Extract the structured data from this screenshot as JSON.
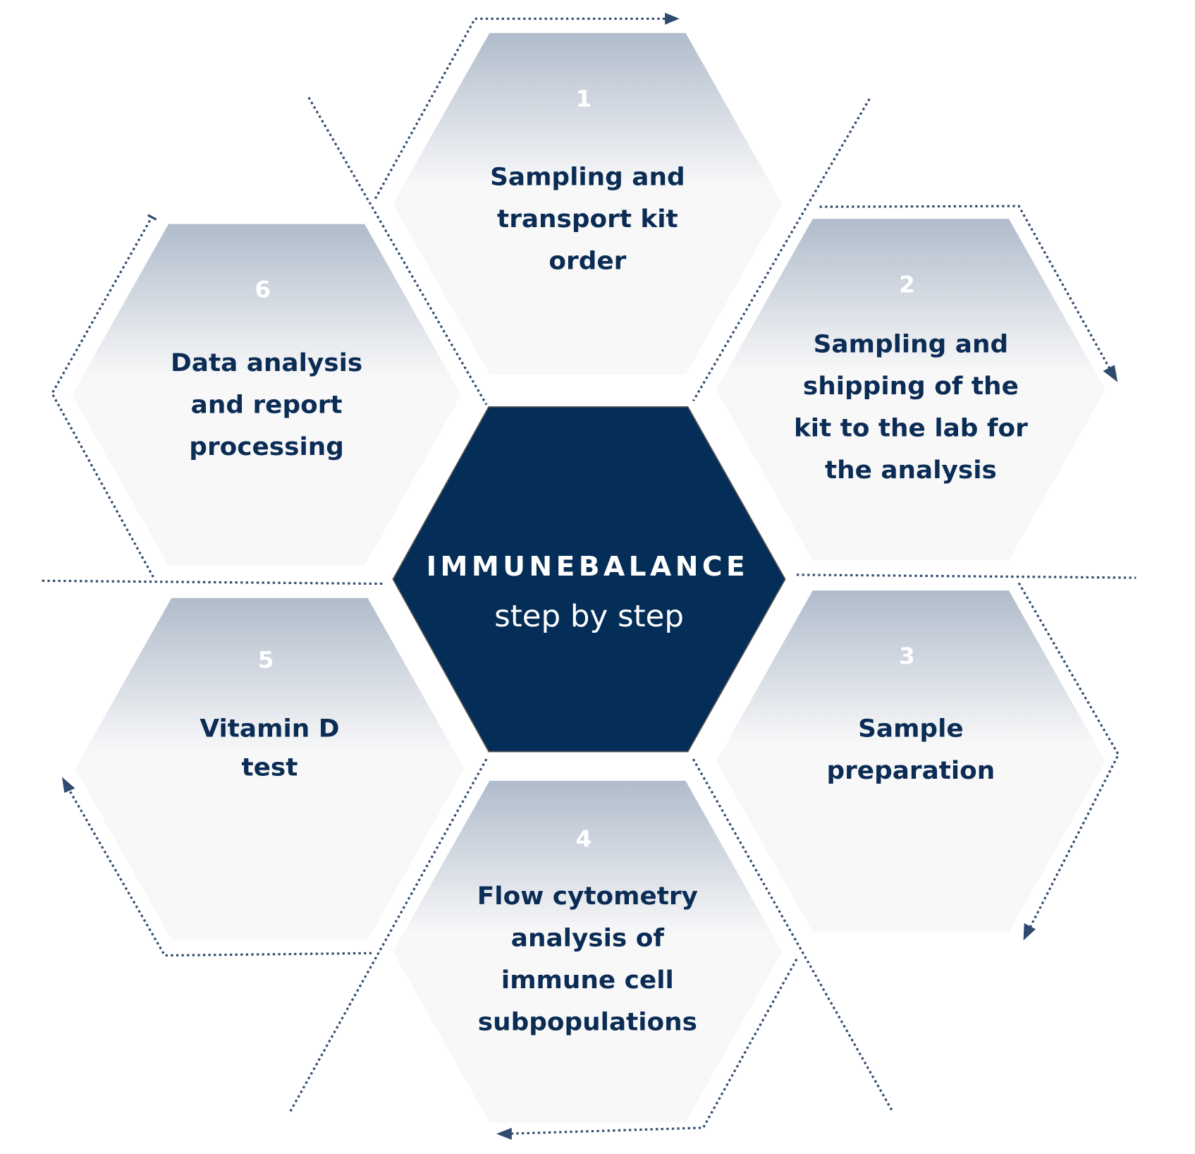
{
  "center": {
    "title": "IMMUNEBALANCE",
    "subtitle": "step by step"
  },
  "colors": {
    "navy": "#042d57",
    "text": "#0b2c55",
    "hex_top": "#b0bccb",
    "hex_bottom": "#f8f8f9"
  },
  "steps": [
    {
      "number": "1",
      "lines": [
        "Sampling and",
        "transport kit",
        "order"
      ]
    },
    {
      "number": "2",
      "lines": [
        "Sampling and",
        "shipping of the",
        "kit to the lab for",
        "the analysis"
      ]
    },
    {
      "number": "3",
      "lines": [
        "Sample",
        "preparation"
      ]
    },
    {
      "number": "4",
      "lines": [
        "Flow cytometry",
        "analysis of",
        "immune cell",
        "subpopulations"
      ]
    },
    {
      "number": "5",
      "lines": [
        "Vitamin D",
        "test"
      ]
    },
    {
      "number": "6",
      "lines": [
        "Data analysis",
        "and report",
        "processing"
      ]
    }
  ]
}
